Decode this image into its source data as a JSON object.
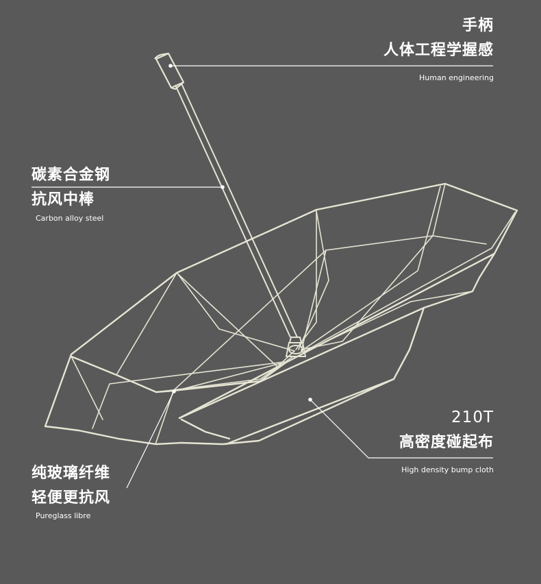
{
  "handle": {
    "title_line1": "手柄",
    "title_line2": "人体工程学握感",
    "subtitle": "Human engineering"
  },
  "shaft": {
    "title_line1": "碳素合金钢",
    "title_line2": "抗风中棒",
    "subtitle": "Carbon alloy steel"
  },
  "ribs": {
    "title_line1": "纯玻璃纤维",
    "title_line2": "轻便更抗风",
    "subtitle": "Pureglass libre"
  },
  "cloth": {
    "title_line1": "210T",
    "title_line2": "高密度碰起布",
    "subtitle": "High density bump cloth"
  },
  "colors": {
    "background": "#595959",
    "outline": "#e6e4d3",
    "text": "#ffffff"
  }
}
